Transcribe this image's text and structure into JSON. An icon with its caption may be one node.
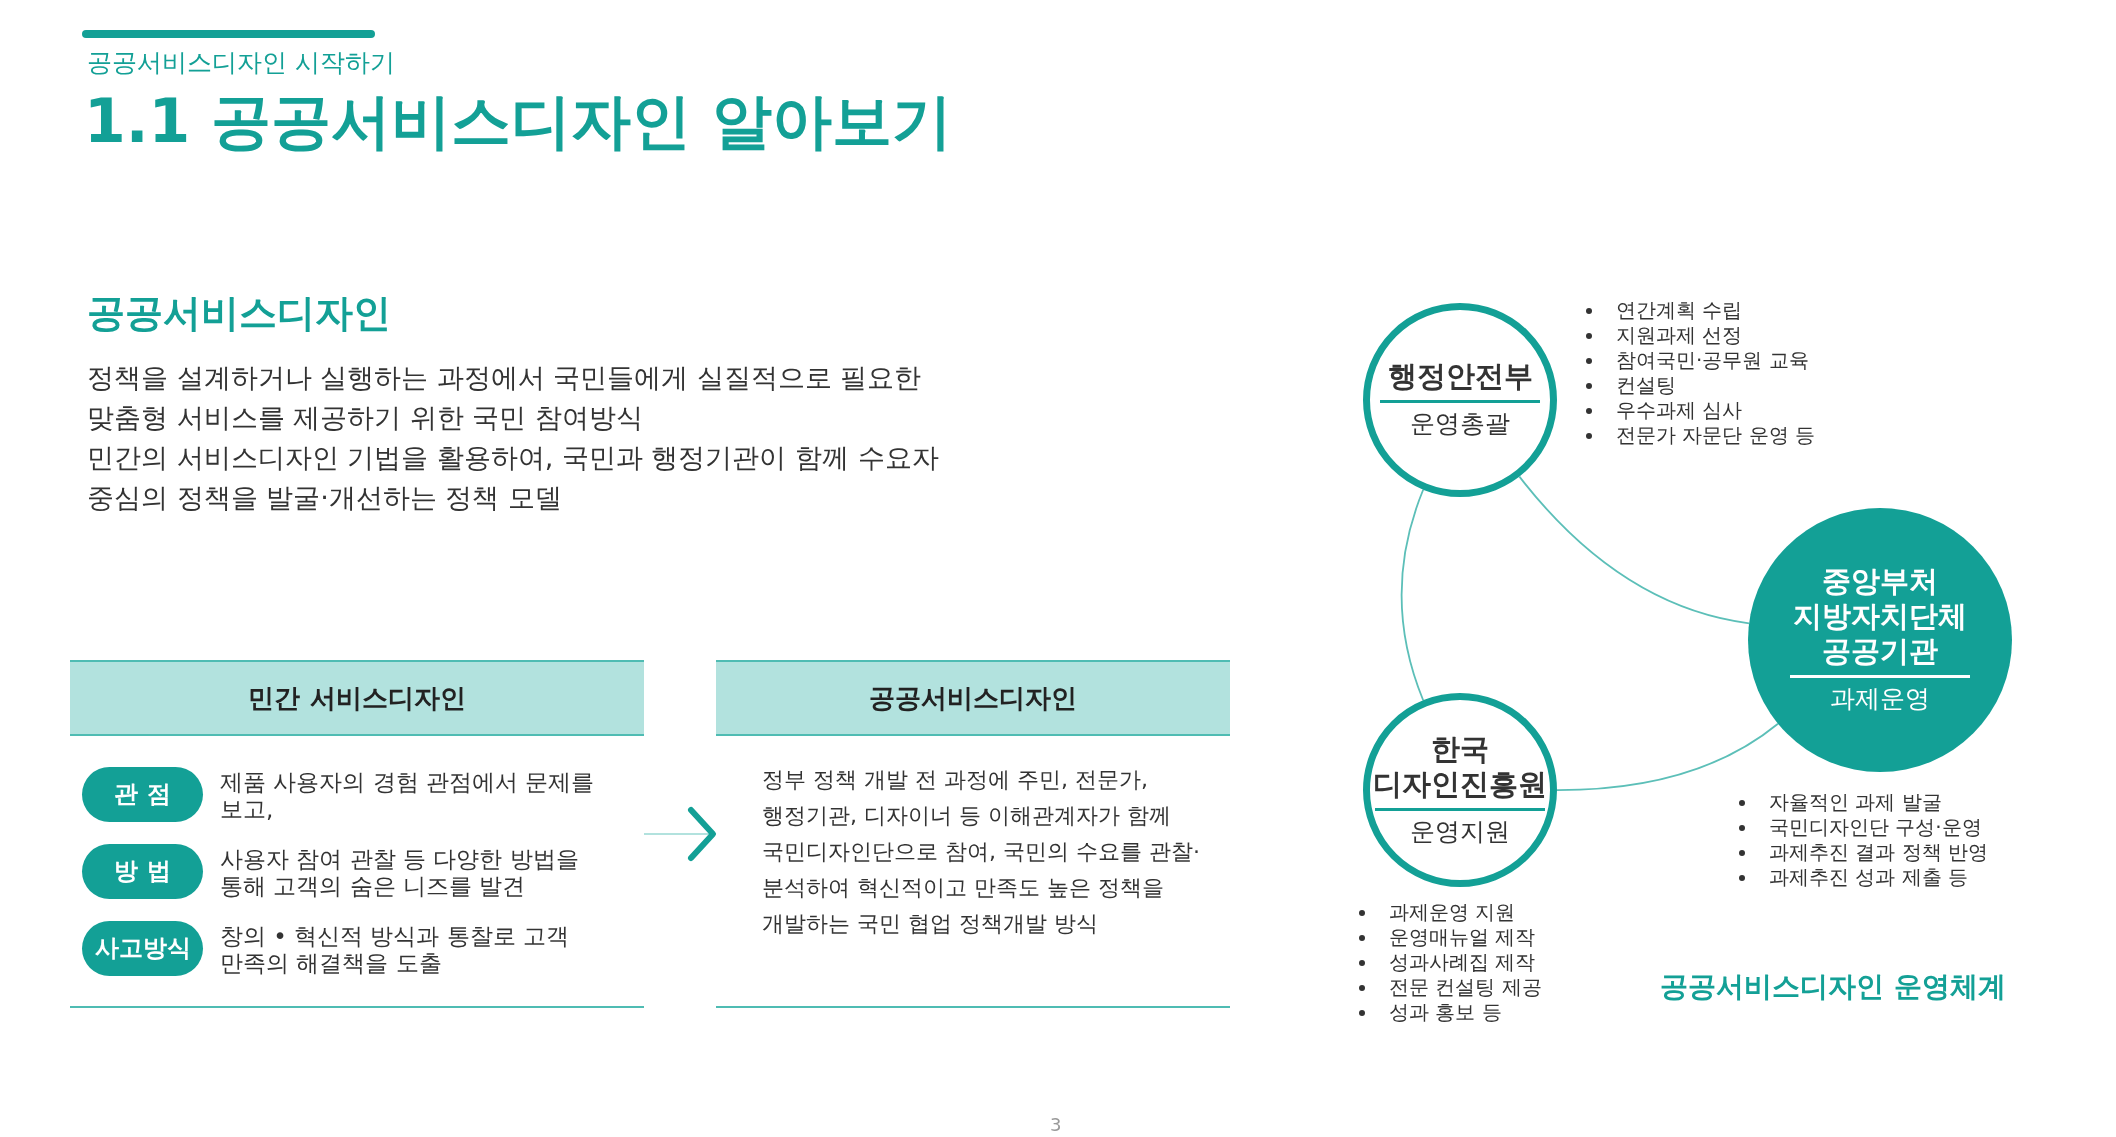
{
  "diagram": {
    "title": "1.1 공공서비스디자인 알아보기",
    "caption": "공공서비스디자인 운영체계",
    "nodes": [
      {
        "text": [
          "민간 서비스디자인"
        ]
      },
      {
        "text": [
          "관 점"
        ],
        "in": 0,
        "beside": [
          "제품 사용자의 경험 관점에서 문제를 보고,"
        ]
      },
      {
        "text": [
          "방 법"
        ],
        "in": 0,
        "beside": [
          "사용자 참여 관찰 등 다양한 방법을 통해 고객의 숨은 니즈를 발견"
        ]
      },
      {
        "text": [
          "사고방식"
        ],
        "in": 0,
        "beside": [
          "창의 • 혁신적 방식과 통찰로 고객 만족의 해결책을 도출"
        ]
      },
      {
        "text": [
          "공공서비스디자인",
          "정부 정책 개발 전 과정에 주민, 전문가, 행정기관, 디자이너 등 이해관계자가 함께 국민디자인단으로 참여, 국민의 수요를 관찰·분석하여 혁신적이고 만족도 높은 정책을 개발하는 국민 협업 정책개발 방식"
        ]
      },
      {
        "text": [
          "행정안전부",
          "운영총괄"
        ],
        "beside": [
          "연간계획 수립",
          "지원과제 선정",
          "참여국민·공무원 교육",
          "컨설팅",
          "우수과제 심사",
          "전문가 자문단 운영 등"
        ]
      },
      {
        "text": [
          "중앙부처 지방자치단체 공공기관",
          "과제운영"
        ],
        "beside": [
          "자율적인 과제 발굴",
          "국민디자인단 구성·운영",
          "과제추진 결과 정책 반영",
          "과제추진 성과 제출 등"
        ]
      },
      {
        "text": [
          "한국 디자인진흥원",
          "운영지원"
        ],
        "beside": [
          "과제운영 지원",
          "운영매뉴얼 제작",
          "성과사례집 제작",
          "전문 컨설팅 제공",
          "성과 홍보 등"
        ]
      }
    ],
    "edges": [
      {
        "from": 0,
        "to": 4,
        "arrow": "to"
      },
      {
        "from": 5,
        "to": 6,
        "arrow": "none"
      },
      {
        "from": 5,
        "to": 7,
        "arrow": "none"
      },
      {
        "from": 7,
        "to": 6,
        "arrow": "none"
      }
    ],
    "labels": [
      "공공서비스디자인 시작하기",
      "공공서비스디자인",
      "정책을 설계하거나 실행하는 과정에서 국민들에게 실질적으로 필요한 맞춤형 서비스를 제공하기 위한 국민 참여방식",
      "민간의 서비스디자인 기법을 활용하여, 국민과 행정기관이 함께 수요자 중심의 정책을 발굴·개선하는 정책 모델",
      "3"
    ]
  }
}
